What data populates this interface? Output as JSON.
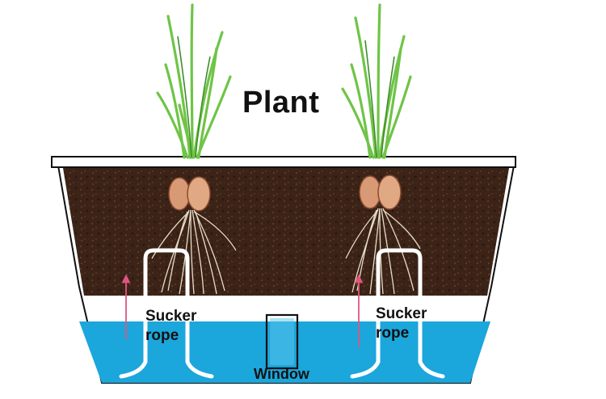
{
  "title": "Plant",
  "labels": {
    "sucker_rope_left": {
      "line1": "Sucker",
      "line2": "rope"
    },
    "sucker_rope_right": {
      "line1": "Sucker",
      "line2": "rope"
    },
    "window": "Window"
  },
  "colors": {
    "water": "#1ba6dc",
    "soil": "#3b2317",
    "pot_outline": "#111111",
    "leaf": "#6fc447",
    "arrow": "#e0567f"
  }
}
